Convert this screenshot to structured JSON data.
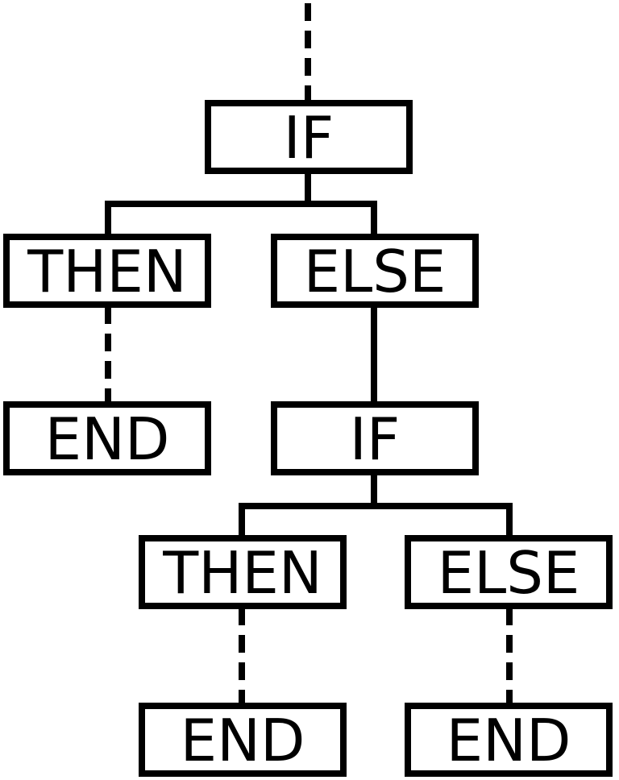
{
  "diagram": {
    "nodes": {
      "if_root": {
        "label": "IF"
      },
      "then_1": {
        "label": "THEN"
      },
      "else_1": {
        "label": "ELSE"
      },
      "end_1": {
        "label": "END"
      },
      "if_nested": {
        "label": "IF"
      },
      "then_2": {
        "label": "THEN"
      },
      "else_2": {
        "label": "ELSE"
      },
      "end_2": {
        "label": "END"
      },
      "end_3": {
        "label": "END"
      }
    },
    "edges": [
      {
        "from": "entry",
        "to": "if_root",
        "style": "dashed"
      },
      {
        "from": "if_root",
        "to": "then_1",
        "style": "solid"
      },
      {
        "from": "if_root",
        "to": "else_1",
        "style": "solid"
      },
      {
        "from": "then_1",
        "to": "end_1",
        "style": "dashed"
      },
      {
        "from": "else_1",
        "to": "if_nested",
        "style": "solid"
      },
      {
        "from": "if_nested",
        "to": "then_2",
        "style": "solid"
      },
      {
        "from": "if_nested",
        "to": "else_2",
        "style": "solid"
      },
      {
        "from": "then_2",
        "to": "end_2",
        "style": "dashed"
      },
      {
        "from": "else_2",
        "to": "end_3",
        "style": "dashed"
      }
    ],
    "colors": {
      "stroke": "#000000",
      "background": "#ffffff"
    }
  }
}
